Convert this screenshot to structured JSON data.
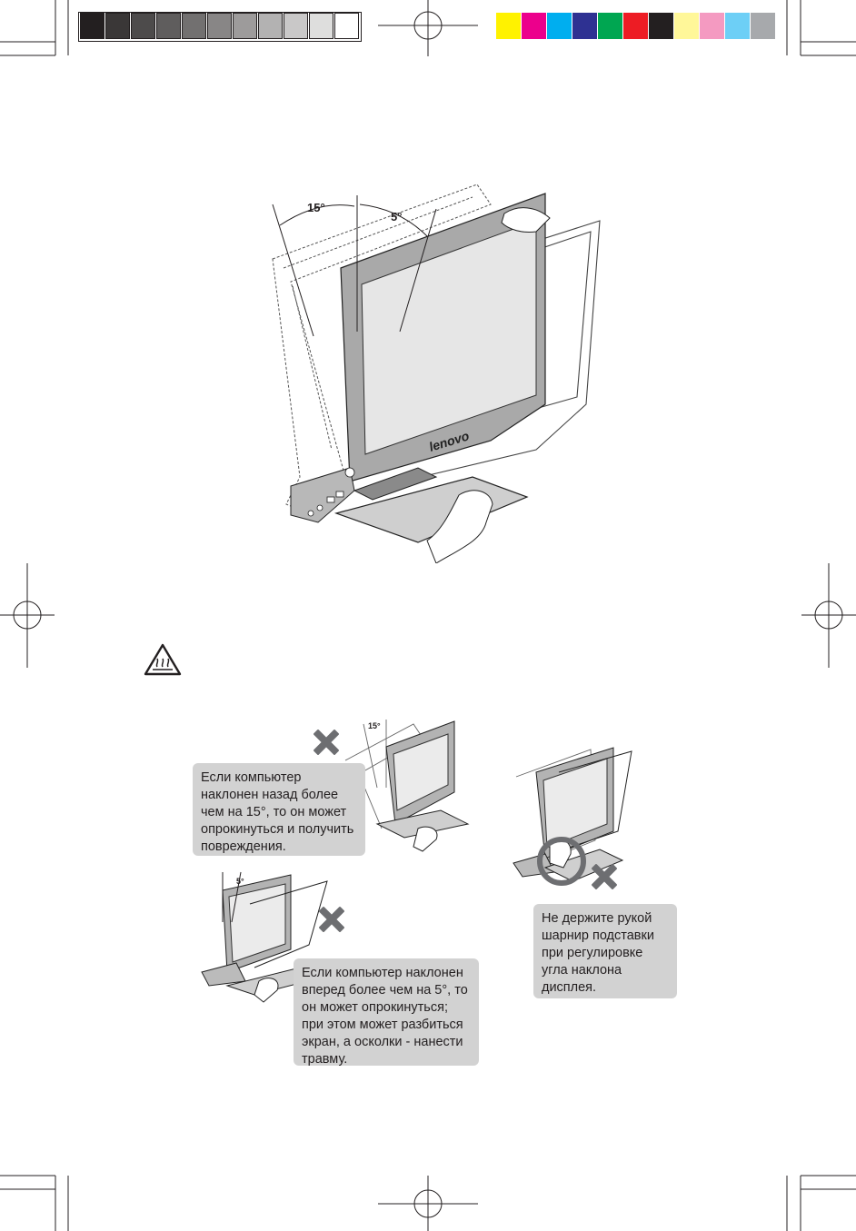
{
  "colors": {
    "gray_swatches": [
      "#231f20",
      "#3a3737",
      "#4d4b4b",
      "#5f5d5d",
      "#727070",
      "#888686",
      "#9d9b9b",
      "#b3b2b2",
      "#c9c8c8",
      "#dededd",
      "#ffffff"
    ],
    "cmyk_swatches": [
      "#fff200",
      "#ec008c",
      "#00aeef",
      "#2e3192",
      "#00a651",
      "#ed1c24",
      "#231f20",
      "#fff799",
      "#f49ac1",
      "#6dcff6",
      "#a7a9ac"
    ],
    "callout_bg": "#d2d2d2",
    "cross": "#6d6e71"
  },
  "main_figure": {
    "angle_back": "15°",
    "angle_forward": "5°",
    "brand": "lenovo"
  },
  "warning_icon": "hot-surface-warning-icon",
  "callouts": {
    "tilt_back": "Если компьютер наклонен назад более чем на 15°, то он может опрокинуться и получить повреждения.",
    "tilt_forward": "Если компьютер наклонен вперед более чем на 5°, то он может опрокинуться; при этом может разбиться экран, а осколки - нанести травму.",
    "hinge": "Не держите рукой шарнир подставки при регулировке угла наклона дисплея."
  },
  "small_figures": {
    "angle_back": "15°",
    "angle_forward": "5°"
  }
}
